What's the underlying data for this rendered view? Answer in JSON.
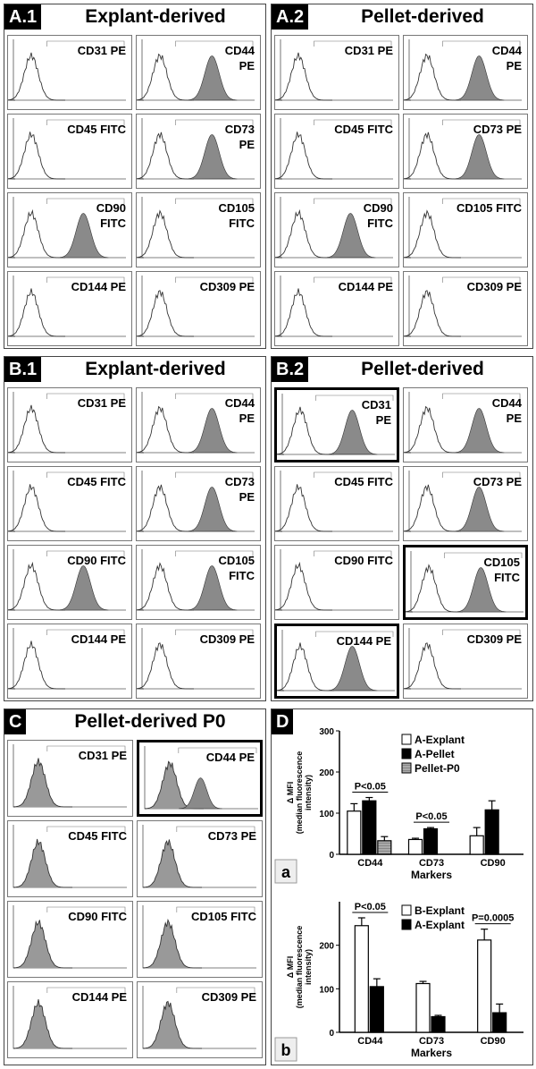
{
  "panels": {
    "A1": {
      "tag": "A.1",
      "title": "Explant-derived"
    },
    "A2": {
      "tag": "A.2",
      "title": "Pellet-derived"
    },
    "B1": {
      "tag": "B.1",
      "title": "Explant-derived"
    },
    "B2": {
      "tag": "B.2",
      "title": "Pellet-derived"
    },
    "C": {
      "tag": "C",
      "title": "Pellet-derived P0"
    },
    "D": {
      "tag": "D"
    }
  },
  "histograms": {
    "A1": [
      {
        "label": "CD31 PE",
        "positive": false
      },
      {
        "label": "CD44\nPE",
        "positive": true
      },
      {
        "label": "CD45 FITC",
        "positive": false
      },
      {
        "label": "CD73\nPE",
        "positive": true
      },
      {
        "label": "CD90\nFITC",
        "positive": true
      },
      {
        "label": "CD105\nFITC",
        "positive": false
      },
      {
        "label": "CD144 PE",
        "positive": false
      },
      {
        "label": "CD309 PE",
        "positive": false
      }
    ],
    "A2": [
      {
        "label": "CD31 PE",
        "positive": false
      },
      {
        "label": "CD44\nPE",
        "positive": true
      },
      {
        "label": "CD45 FITC",
        "positive": false
      },
      {
        "label": "CD73 PE",
        "positive": true
      },
      {
        "label": "CD90\nFITC",
        "positive": true
      },
      {
        "label": "CD105 FITC",
        "positive": false
      },
      {
        "label": "CD144 PE",
        "positive": false
      },
      {
        "label": "CD309 PE",
        "positive": false
      }
    ],
    "B1": [
      {
        "label": "CD31 PE",
        "positive": false
      },
      {
        "label": "CD44\nPE",
        "positive": true
      },
      {
        "label": "CD45 FITC",
        "positive": false
      },
      {
        "label": "CD73\nPE",
        "positive": true
      },
      {
        "label": "CD90 FITC",
        "positive": true
      },
      {
        "label": "CD105\nFITC",
        "positive": true
      },
      {
        "label": "CD144 PE",
        "positive": false
      },
      {
        "label": "CD309 PE",
        "positive": false
      }
    ],
    "B2": [
      {
        "label": "CD31\nPE",
        "positive": true,
        "highlight": true
      },
      {
        "label": "CD44\nPE",
        "positive": true
      },
      {
        "label": "CD45 FITC",
        "positive": false
      },
      {
        "label": "CD73 PE",
        "positive": true
      },
      {
        "label": "CD90 FITC",
        "positive": false
      },
      {
        "label": "CD105\nFITC",
        "positive": true,
        "highlight": true
      },
      {
        "label": "CD144 PE",
        "positive": true,
        "highlight": true
      },
      {
        "label": "CD309 PE",
        "positive": false
      }
    ],
    "C": [
      {
        "label": "CD31 PE",
        "positive": false
      },
      {
        "label": "CD44 PE",
        "positive": true,
        "highlight": true
      },
      {
        "label": "CD45 FITC",
        "positive": false
      },
      {
        "label": "CD73 PE",
        "positive": false
      },
      {
        "label": "CD90 FITC",
        "positive": false
      },
      {
        "label": "CD105 FITC",
        "positive": false
      },
      {
        "label": "CD144 PE",
        "positive": false
      },
      {
        "label": "CD309 PE",
        "positive": false
      }
    ]
  },
  "chart_data": [
    {
      "type": "bar",
      "sublabel": "a",
      "categories": [
        "CD44",
        "CD73",
        "CD90"
      ],
      "series": [
        {
          "name": "A-Explant",
          "values": [
            105,
            36,
            45
          ],
          "errors": [
            18,
            3,
            20
          ],
          "fill": "#ffffff"
        },
        {
          "name": "A-Pellet",
          "values": [
            130,
            62,
            108
          ],
          "errors": [
            8,
            3,
            22
          ],
          "fill": "#000000"
        },
        {
          "name": "Pellet-P0",
          "values": [
            33,
            null,
            null
          ],
          "errors": [
            10,
            null,
            null
          ],
          "fill": "#999999"
        }
      ],
      "ylabel": "Δ MFI\n(median fluorescence\nintensity)",
      "xlabel": "Markers",
      "ylim": [
        0,
        300
      ],
      "yticks": [
        0,
        100,
        200,
        300
      ],
      "annotations": [
        {
          "text": "P<0.05",
          "category": "CD44"
        },
        {
          "text": "P<0.05",
          "category": "CD73"
        }
      ],
      "legend": "top-right"
    },
    {
      "type": "bar",
      "sublabel": "b",
      "categories": [
        "CD44",
        "CD73",
        "CD90"
      ],
      "series": [
        {
          "name": "B-Explant",
          "values": [
            245,
            112,
            212
          ],
          "errors": [
            18,
            5,
            25
          ],
          "fill": "#ffffff"
        },
        {
          "name": "A-Explant",
          "values": [
            105,
            36,
            45
          ],
          "errors": [
            18,
            3,
            20
          ],
          "fill": "#000000"
        }
      ],
      "ylabel": "Δ MFI\n(median fluorescence\nintensity)",
      "xlabel": "Markers",
      "ylim": [
        0,
        300
      ],
      "yticks": [
        0,
        100,
        200
      ],
      "annotations": [
        {
          "text": "P<0.05",
          "category": "CD44"
        },
        {
          "text": "P=0.0005",
          "category": "CD90"
        }
      ],
      "legend": "top-right"
    }
  ]
}
